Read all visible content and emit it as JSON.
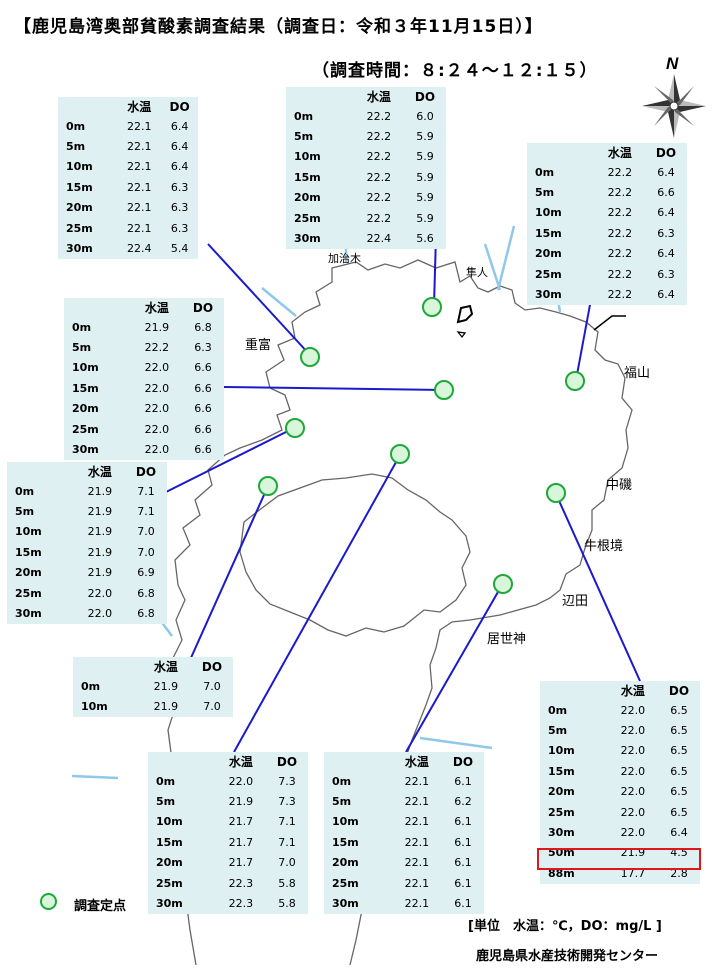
{
  "header": {
    "title": "【鹿児島湾奥部貧酸素調査結果（調査日：令和３年11月15日）】",
    "time": "（調査時間：８:２４～１２:１５）"
  },
  "compass": {
    "label": "N"
  },
  "places": {
    "kajiki": "加治木",
    "hayato": "隼人",
    "shigetomi": "重富",
    "fukuyama": "福山",
    "nakaiso": "中磯",
    "ushinekyo": "牛根境",
    "hetta": "辺田",
    "iseijin": "居世神"
  },
  "table_headers": {
    "temp": "水温",
    "do": "DO"
  },
  "stations": [
    {
      "id": "nw",
      "rows": [
        [
          "0m",
          "22.1",
          "6.4"
        ],
        [
          "5m",
          "22.1",
          "6.4"
        ],
        [
          "10m",
          "22.1",
          "6.4"
        ],
        [
          "15m",
          "22.1",
          "6.3"
        ],
        [
          "20m",
          "22.1",
          "6.3"
        ],
        [
          "25m",
          "22.1",
          "6.3"
        ],
        [
          "30m",
          "22.4",
          "5.4"
        ]
      ]
    },
    {
      "id": "n",
      "rows": [
        [
          "0m",
          "22.2",
          "6.0"
        ],
        [
          "5m",
          "22.2",
          "5.9"
        ],
        [
          "10m",
          "22.2",
          "5.9"
        ],
        [
          "15m",
          "22.2",
          "5.9"
        ],
        [
          "20m",
          "22.2",
          "5.9"
        ],
        [
          "25m",
          "22.2",
          "5.9"
        ],
        [
          "30m",
          "22.4",
          "5.6"
        ]
      ]
    },
    {
      "id": "ne",
      "rows": [
        [
          "0m",
          "22.2",
          "6.4"
        ],
        [
          "5m",
          "22.2",
          "6.6"
        ],
        [
          "10m",
          "22.2",
          "6.4"
        ],
        [
          "15m",
          "22.2",
          "6.3"
        ],
        [
          "20m",
          "22.2",
          "6.4"
        ],
        [
          "25m",
          "22.2",
          "6.3"
        ],
        [
          "30m",
          "22.2",
          "6.4"
        ]
      ]
    },
    {
      "id": "w1",
      "rows": [
        [
          "0m",
          "21.9",
          "6.8"
        ],
        [
          "5m",
          "22.2",
          "6.3"
        ],
        [
          "10m",
          "22.0",
          "6.6"
        ],
        [
          "15m",
          "22.0",
          "6.6"
        ],
        [
          "20m",
          "22.0",
          "6.6"
        ],
        [
          "25m",
          "22.0",
          "6.6"
        ],
        [
          "30m",
          "22.0",
          "6.6"
        ]
      ]
    },
    {
      "id": "w2",
      "rows": [
        [
          "0m",
          "21.9",
          "7.1"
        ],
        [
          "5m",
          "21.9",
          "7.1"
        ],
        [
          "10m",
          "21.9",
          "7.0"
        ],
        [
          "15m",
          "21.9",
          "7.0"
        ],
        [
          "20m",
          "21.9",
          "6.9"
        ],
        [
          "25m",
          "22.0",
          "6.8"
        ],
        [
          "30m",
          "22.0",
          "6.8"
        ]
      ]
    },
    {
      "id": "sw",
      "rows": [
        [
          "0m",
          "21.9",
          "7.0"
        ],
        [
          "10m",
          "21.9",
          "7.0"
        ]
      ]
    },
    {
      "id": "s1",
      "rows": [
        [
          "0m",
          "22.0",
          "7.3"
        ],
        [
          "5m",
          "21.9",
          "7.3"
        ],
        [
          "10m",
          "21.7",
          "7.1"
        ],
        [
          "15m",
          "21.7",
          "7.1"
        ],
        [
          "20m",
          "21.7",
          "7.0"
        ],
        [
          "25m",
          "22.3",
          "5.8"
        ],
        [
          "30m",
          "22.3",
          "5.8"
        ]
      ]
    },
    {
      "id": "s2",
      "rows": [
        [
          "0m",
          "22.1",
          "6.1"
        ],
        [
          "5m",
          "22.1",
          "6.2"
        ],
        [
          "10m",
          "22.1",
          "6.1"
        ],
        [
          "15m",
          "22.1",
          "6.1"
        ],
        [
          "20m",
          "22.1",
          "6.1"
        ],
        [
          "25m",
          "22.1",
          "6.1"
        ],
        [
          "30m",
          "22.1",
          "6.1"
        ]
      ]
    },
    {
      "id": "se",
      "rows": [
        [
          "0m",
          "22.0",
          "6.5"
        ],
        [
          "5m",
          "22.0",
          "6.5"
        ],
        [
          "10m",
          "22.0",
          "6.5"
        ],
        [
          "15m",
          "22.0",
          "6.5"
        ],
        [
          "20m",
          "22.0",
          "6.5"
        ],
        [
          "25m",
          "22.0",
          "6.5"
        ],
        [
          "30m",
          "22.0",
          "6.4"
        ],
        [
          "50m",
          "21.9",
          "4.5"
        ],
        [
          "88m",
          "17.7",
          "2.8"
        ]
      ]
    }
  ],
  "legend": {
    "label": "調査定点"
  },
  "footer": {
    "unit": "[単位　水温：℃，DO：mg/L ]",
    "org": "鹿児島県水産技術開発センター"
  },
  "colors": {
    "table_bg": "#dff0f2",
    "leader": "#1a1acc",
    "station_fill": "#d7f6da",
    "station_stroke": "#1ea83a",
    "highlight": "#e0161b",
    "river": "#8fc8ea"
  }
}
